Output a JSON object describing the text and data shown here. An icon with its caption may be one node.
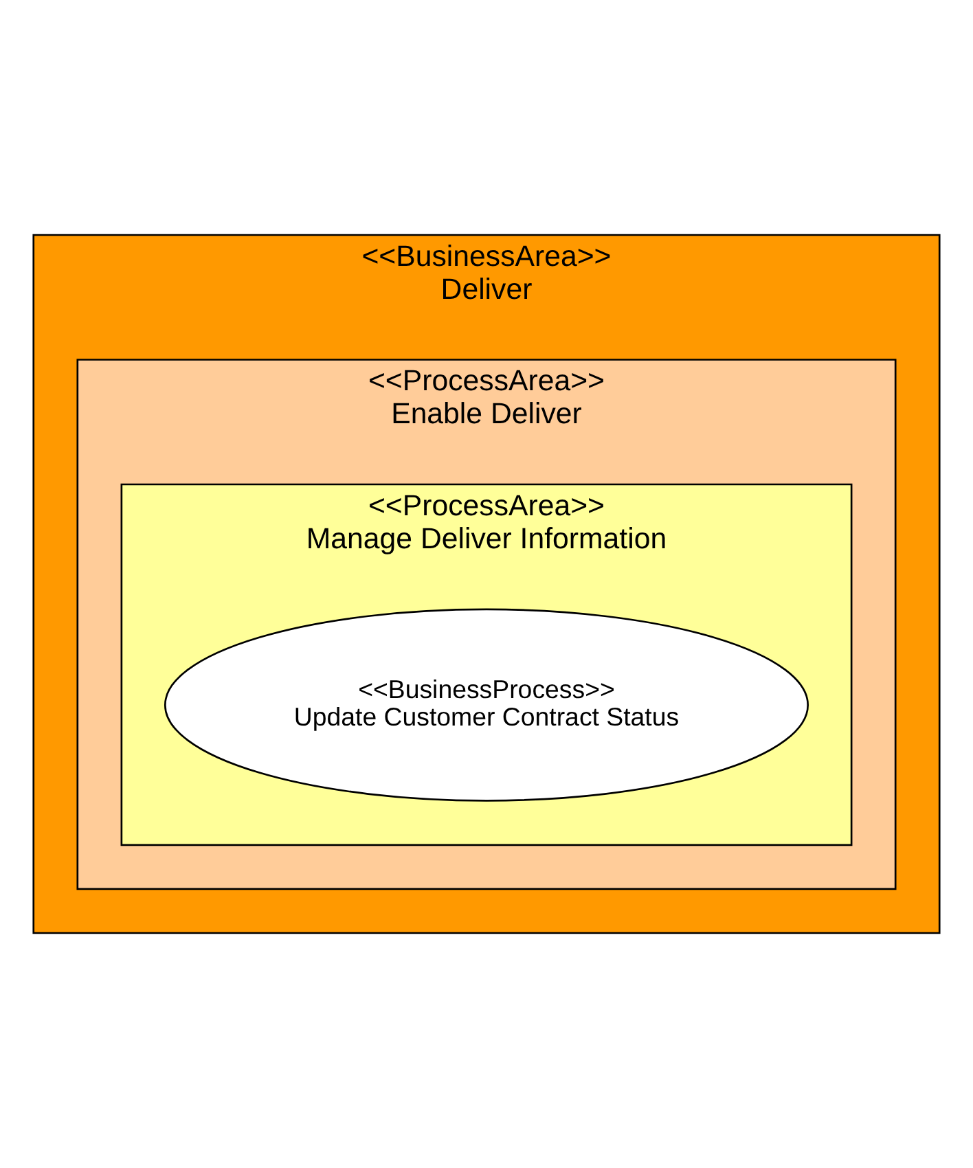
{
  "diagram": {
    "nodes": [
      {
        "text": [
          "<<BusinessArea>>",
          "Deliver"
        ]
      },
      {
        "text": [
          "<<ProcessArea>>",
          "Enable Deliver"
        ],
        "in": 0
      },
      {
        "text": [
          "<<ProcessArea>>",
          "Manage Deliver Information"
        ],
        "in": 1
      },
      {
        "text": [
          "<<BusinessProcess>>",
          "Update Customer Contract Status"
        ],
        "in": 2
      }
    ],
    "edges": []
  }
}
